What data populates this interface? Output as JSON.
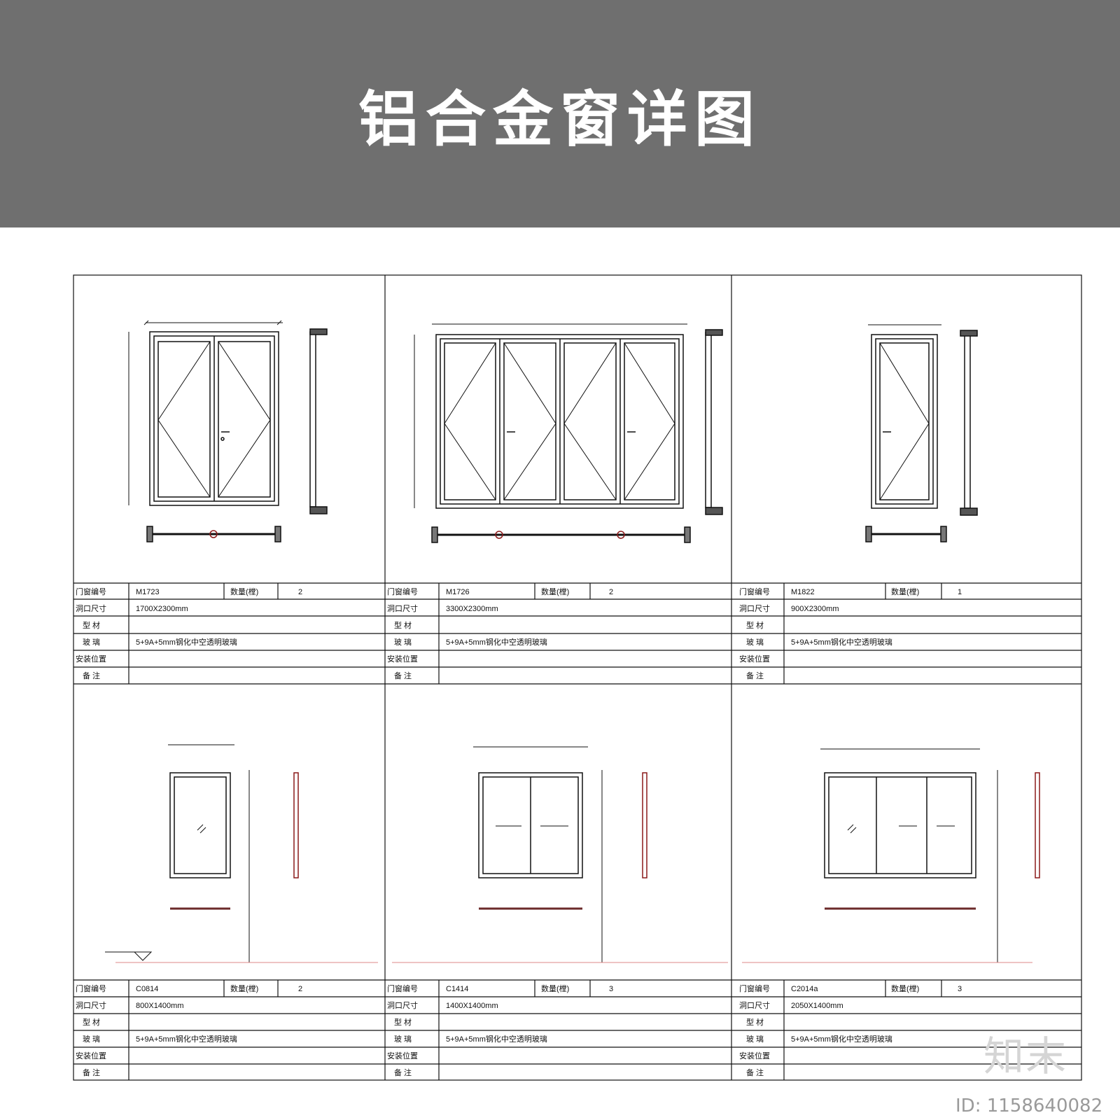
{
  "title": "铝合金窗详图",
  "table_labels": {
    "code": "门窗编号",
    "qty": "数量(樘)",
    "opening": "洞口尺寸",
    "profile": "型  材",
    "glass": "玻  璃",
    "position": "安装位置",
    "note": "备  注"
  },
  "units": [
    {
      "code": "M1723",
      "qty": "2",
      "size": "1700X2300mm",
      "glass": "5+9A+5mm钢化中空透明玻璃"
    },
    {
      "code": "M1726",
      "qty": "2",
      "size": "3300X2300mm",
      "glass": "5+9A+5mm钢化中空透明玻璃"
    },
    {
      "code": "M1822",
      "qty": "1",
      "size": "900X2300mm",
      "glass": "5+9A+5mm钢化中空透明玻璃"
    },
    {
      "code": "C0814",
      "qty": "2",
      "size": "800X1400mm",
      "glass": "5+9A+5mm钢化中空透明玻璃"
    },
    {
      "code": "C1414",
      "qty": "3",
      "size": "1400X1400mm",
      "glass": "5+9A+5mm钢化中空透明玻璃"
    },
    {
      "code": "C2014a",
      "qty": "3",
      "size": "2050X1400mm",
      "glass": "5+9A+5mm钢化中空透明玻璃"
    }
  ],
  "watermark": "知末",
  "image_id": "ID: 1158640082",
  "colors": {
    "header": "#6f6f6f",
    "line": "#111111",
    "accent": "#8b1a1a"
  }
}
